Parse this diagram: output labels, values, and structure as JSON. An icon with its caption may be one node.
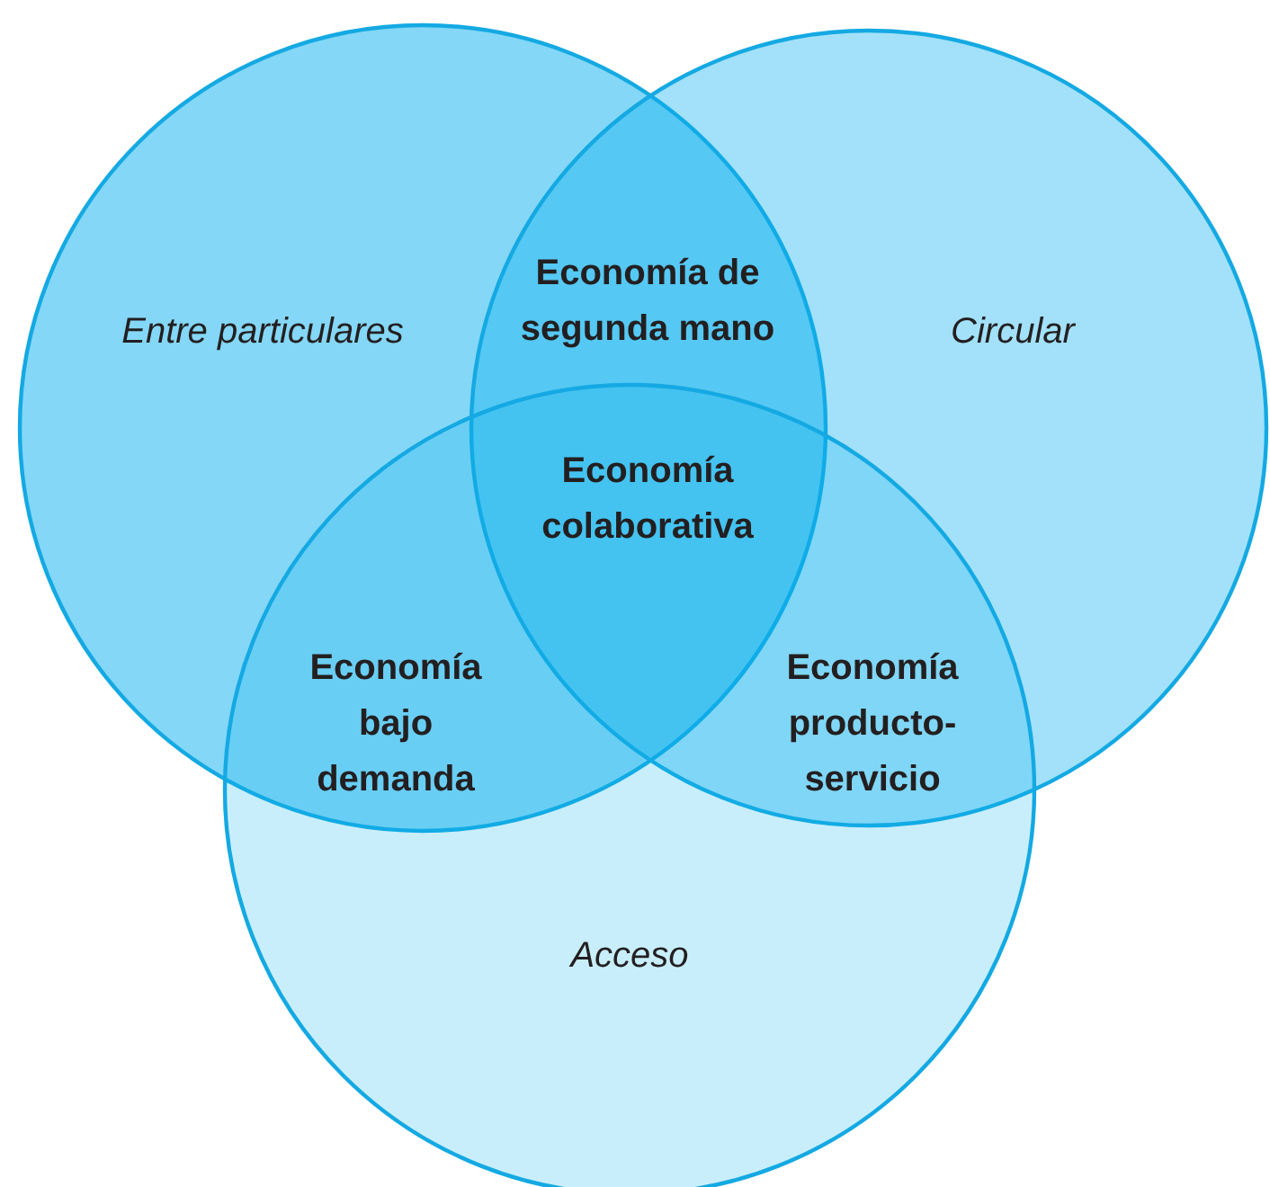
{
  "diagram": {
    "nodes": [
      {
        "text": [
          "Entre particulares"
        ]
      },
      {
        "text": [
          "Circular"
        ]
      },
      {
        "text": [
          "Acceso"
        ]
      }
    ],
    "labels": [
      "Economía de segunda mano",
      "Economía colaborativa",
      "Economía bajo demanda",
      "Economía producto-servicio"
    ]
  }
}
